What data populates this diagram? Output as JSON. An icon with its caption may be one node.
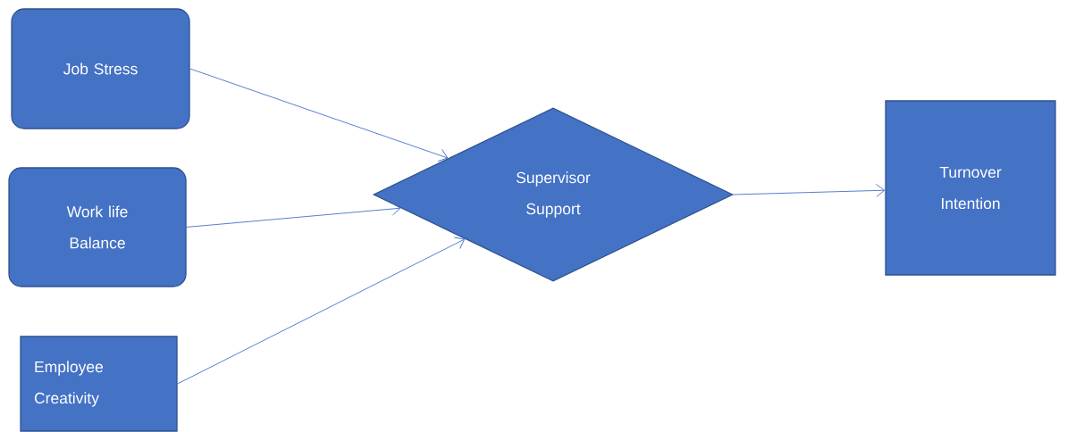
{
  "diagram": {
    "nodes": [
      {
        "text": [
          "Job Stress"
        ]
      },
      {
        "text": [
          "Work life Balance"
        ]
      },
      {
        "text": [
          "Employee Creativity"
        ]
      },
      {
        "text": [
          "Supervisor Support"
        ]
      },
      {
        "text": [
          "Turnover Intention"
        ]
      }
    ],
    "edges": [
      {
        "from": 0,
        "to": 3,
        "arrow": "to"
      },
      {
        "from": 1,
        "to": 3,
        "arrow": "to"
      },
      {
        "from": 2,
        "to": 3,
        "arrow": "to"
      },
      {
        "from": 3,
        "to": 4,
        "arrow": "to"
      }
    ]
  }
}
